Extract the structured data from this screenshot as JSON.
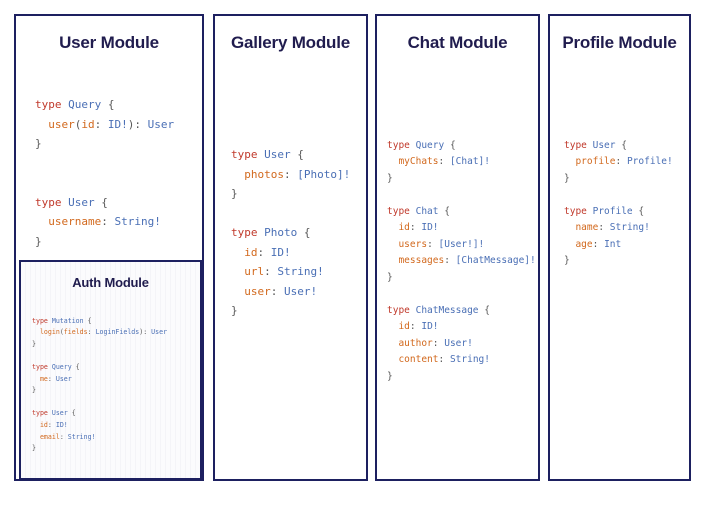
{
  "modules": [
    {
      "id": "user",
      "title": "User Module",
      "code": [
        [
          {
            "t": "type ",
            "c": "kw"
          },
          {
            "t": "Query",
            "c": "ty"
          },
          {
            "t": " {",
            "c": "pun"
          }
        ],
        [
          {
            "t": "  ",
            "c": "pun"
          },
          {
            "t": "user",
            "c": "fld"
          },
          {
            "t": "(",
            "c": "pun"
          },
          {
            "t": "id",
            "c": "fld"
          },
          {
            "t": ": ",
            "c": "pun"
          },
          {
            "t": "ID!",
            "c": "ty"
          },
          {
            "t": "): ",
            "c": "pun"
          },
          {
            "t": "User",
            "c": "ty"
          }
        ],
        [
          {
            "t": "}",
            "c": "pun"
          }
        ],
        [
          {
            "t": "",
            "c": "pun"
          }
        ],
        [
          {
            "t": "",
            "c": "pun"
          }
        ],
        [
          {
            "t": "type ",
            "c": "kw"
          },
          {
            "t": "User",
            "c": "ty"
          },
          {
            "t": " {",
            "c": "pun"
          }
        ],
        [
          {
            "t": "  ",
            "c": "pun"
          },
          {
            "t": "username",
            "c": "fld"
          },
          {
            "t": ": ",
            "c": "pun"
          },
          {
            "t": "String!",
            "c": "ty"
          }
        ],
        [
          {
            "t": "}",
            "c": "pun"
          }
        ]
      ]
    },
    {
      "id": "auth",
      "title": "Auth Module",
      "code": [
        [
          {
            "t": "type ",
            "c": "kw"
          },
          {
            "t": "Mutation",
            "c": "ty"
          },
          {
            "t": " {",
            "c": "pun"
          }
        ],
        [
          {
            "t": "  ",
            "c": "pun"
          },
          {
            "t": "login",
            "c": "fld"
          },
          {
            "t": "(",
            "c": "pun"
          },
          {
            "t": "fields",
            "c": "fld"
          },
          {
            "t": ": ",
            "c": "pun"
          },
          {
            "t": "LoginFields",
            "c": "ty"
          },
          {
            "t": "): ",
            "c": "pun"
          },
          {
            "t": "User",
            "c": "ty"
          }
        ],
        [
          {
            "t": "}",
            "c": "pun"
          }
        ],
        [
          {
            "t": "",
            "c": "pun"
          }
        ],
        [
          {
            "t": "type ",
            "c": "kw"
          },
          {
            "t": "Query",
            "c": "ty"
          },
          {
            "t": " {",
            "c": "pun"
          }
        ],
        [
          {
            "t": "  ",
            "c": "pun"
          },
          {
            "t": "me",
            "c": "fld"
          },
          {
            "t": ": ",
            "c": "pun"
          },
          {
            "t": "User",
            "c": "ty"
          }
        ],
        [
          {
            "t": "}",
            "c": "pun"
          }
        ],
        [
          {
            "t": "",
            "c": "pun"
          }
        ],
        [
          {
            "t": "type ",
            "c": "kw"
          },
          {
            "t": "User",
            "c": "ty"
          },
          {
            "t": " {",
            "c": "pun"
          }
        ],
        [
          {
            "t": "  ",
            "c": "pun"
          },
          {
            "t": "id",
            "c": "fld"
          },
          {
            "t": ": ",
            "c": "pun"
          },
          {
            "t": "ID!",
            "c": "ty"
          }
        ],
        [
          {
            "t": "  ",
            "c": "pun"
          },
          {
            "t": "email",
            "c": "fld"
          },
          {
            "t": ": ",
            "c": "pun"
          },
          {
            "t": "String!",
            "c": "ty"
          }
        ],
        [
          {
            "t": "}",
            "c": "pun"
          }
        ]
      ]
    },
    {
      "id": "gallery",
      "title": "Gallery Module",
      "code": [
        [
          {
            "t": "type ",
            "c": "kw"
          },
          {
            "t": "User",
            "c": "ty"
          },
          {
            "t": " {",
            "c": "pun"
          }
        ],
        [
          {
            "t": "  ",
            "c": "pun"
          },
          {
            "t": "photos",
            "c": "fld"
          },
          {
            "t": ": ",
            "c": "pun"
          },
          {
            "t": "[Photo]!",
            "c": "ty"
          }
        ],
        [
          {
            "t": "}",
            "c": "pun"
          }
        ],
        [
          {
            "t": "",
            "c": "pun"
          }
        ],
        [
          {
            "t": "type ",
            "c": "kw"
          },
          {
            "t": "Photo",
            "c": "ty"
          },
          {
            "t": " {",
            "c": "pun"
          }
        ],
        [
          {
            "t": "  ",
            "c": "pun"
          },
          {
            "t": "id",
            "c": "fld"
          },
          {
            "t": ": ",
            "c": "pun"
          },
          {
            "t": "ID!",
            "c": "ty"
          }
        ],
        [
          {
            "t": "  ",
            "c": "pun"
          },
          {
            "t": "url",
            "c": "fld"
          },
          {
            "t": ": ",
            "c": "pun"
          },
          {
            "t": "String!",
            "c": "ty"
          }
        ],
        [
          {
            "t": "  ",
            "c": "pun"
          },
          {
            "t": "user",
            "c": "fld"
          },
          {
            "t": ": ",
            "c": "pun"
          },
          {
            "t": "User!",
            "c": "ty"
          }
        ],
        [
          {
            "t": "}",
            "c": "pun"
          }
        ]
      ]
    },
    {
      "id": "chat",
      "title": "Chat Module",
      "code": [
        [
          {
            "t": "type ",
            "c": "kw"
          },
          {
            "t": "Query",
            "c": "ty"
          },
          {
            "t": " {",
            "c": "pun"
          }
        ],
        [
          {
            "t": "  ",
            "c": "pun"
          },
          {
            "t": "myChats",
            "c": "fld"
          },
          {
            "t": ": ",
            "c": "pun"
          },
          {
            "t": "[Chat]!",
            "c": "ty"
          }
        ],
        [
          {
            "t": "}",
            "c": "pun"
          }
        ],
        [
          {
            "t": "",
            "c": "pun"
          }
        ],
        [
          {
            "t": "type ",
            "c": "kw"
          },
          {
            "t": "Chat",
            "c": "ty"
          },
          {
            "t": " {",
            "c": "pun"
          }
        ],
        [
          {
            "t": "  ",
            "c": "pun"
          },
          {
            "t": "id",
            "c": "fld"
          },
          {
            "t": ": ",
            "c": "pun"
          },
          {
            "t": "ID!",
            "c": "ty"
          }
        ],
        [
          {
            "t": "  ",
            "c": "pun"
          },
          {
            "t": "users",
            "c": "fld"
          },
          {
            "t": ": ",
            "c": "pun"
          },
          {
            "t": "[User!]!",
            "c": "ty"
          }
        ],
        [
          {
            "t": "  ",
            "c": "pun"
          },
          {
            "t": "messages",
            "c": "fld"
          },
          {
            "t": ": ",
            "c": "pun"
          },
          {
            "t": "[ChatMessage]!",
            "c": "ty"
          }
        ],
        [
          {
            "t": "}",
            "c": "pun"
          }
        ],
        [
          {
            "t": "",
            "c": "pun"
          }
        ],
        [
          {
            "t": "type ",
            "c": "kw"
          },
          {
            "t": "ChatMessage",
            "c": "ty"
          },
          {
            "t": " {",
            "c": "pun"
          }
        ],
        [
          {
            "t": "  ",
            "c": "pun"
          },
          {
            "t": "id",
            "c": "fld"
          },
          {
            "t": ": ",
            "c": "pun"
          },
          {
            "t": "ID!",
            "c": "ty"
          }
        ],
        [
          {
            "t": "  ",
            "c": "pun"
          },
          {
            "t": "author",
            "c": "fld"
          },
          {
            "t": ": ",
            "c": "pun"
          },
          {
            "t": "User!",
            "c": "ty"
          }
        ],
        [
          {
            "t": "  ",
            "c": "pun"
          },
          {
            "t": "content",
            "c": "fld"
          },
          {
            "t": ": ",
            "c": "pun"
          },
          {
            "t": "String!",
            "c": "ty"
          }
        ],
        [
          {
            "t": "}",
            "c": "pun"
          }
        ]
      ]
    },
    {
      "id": "profile",
      "title": "Profile Module",
      "code": [
        [
          {
            "t": "type ",
            "c": "kw"
          },
          {
            "t": "User",
            "c": "ty"
          },
          {
            "t": " {",
            "c": "pun"
          }
        ],
        [
          {
            "t": "  ",
            "c": "pun"
          },
          {
            "t": "profile",
            "c": "fld"
          },
          {
            "t": ": ",
            "c": "pun"
          },
          {
            "t": "Profile!",
            "c": "ty"
          }
        ],
        [
          {
            "t": "}",
            "c": "pun"
          }
        ],
        [
          {
            "t": "",
            "c": "pun"
          }
        ],
        [
          {
            "t": "type ",
            "c": "kw"
          },
          {
            "t": "Profile",
            "c": "ty"
          },
          {
            "t": " {",
            "c": "pun"
          }
        ],
        [
          {
            "t": "  ",
            "c": "pun"
          },
          {
            "t": "name",
            "c": "fld"
          },
          {
            "t": ": ",
            "c": "pun"
          },
          {
            "t": "String!",
            "c": "ty"
          }
        ],
        [
          {
            "t": "  ",
            "c": "pun"
          },
          {
            "t": "age",
            "c": "fld"
          },
          {
            "t": ": ",
            "c": "pun"
          },
          {
            "t": "Int",
            "c": "ty"
          }
        ],
        [
          {
            "t": "}",
            "c": "pun"
          }
        ]
      ]
    }
  ],
  "colors": {
    "border": "#1d2060",
    "title": "#201c4e",
    "keyword": "#c0392b",
    "type": "#4a6fb5",
    "field": "#d2691e",
    "punctuation": "#585858",
    "background": "#ffffff"
  }
}
